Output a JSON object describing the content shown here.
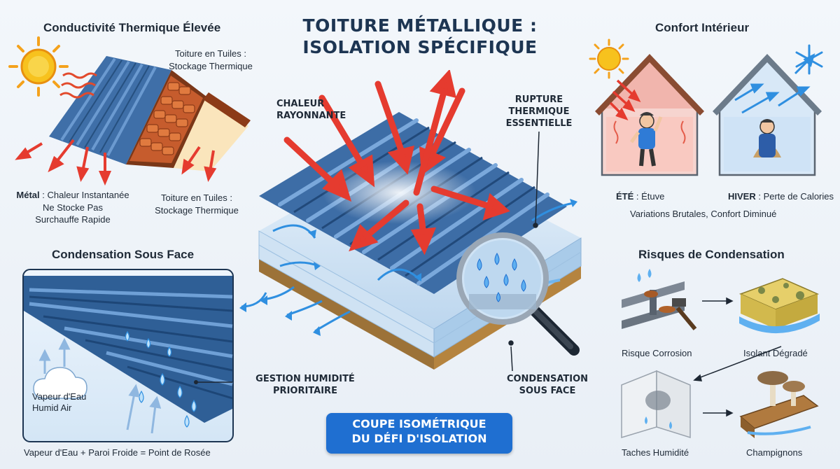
{
  "title": {
    "line1": "TOITURE MÉTALLIQUE :",
    "line2": "ISOLATION SPÉCIFIQUE"
  },
  "top_left": {
    "heading": "Conductivité Thermique Élevée",
    "tile_label_top": {
      "line1": "Toiture en Tuiles :",
      "line2": "Stockage Thermique"
    },
    "metal": {
      "bold": "Métal",
      "line1_rest": " : Chaleur Instantanée",
      "line2": "Ne Stocke Pas",
      "line3": "Surchauffe Rapide"
    },
    "tile_label_bottom": {
      "line1": "Toiture en Tuiles :",
      "line2": "Stockage Thermique"
    }
  },
  "bottom_left": {
    "heading": "Condensation Sous Face",
    "vapor": {
      "line1": "Vapeur d'Eau",
      "line2": "Humid Air"
    },
    "formula": "Vapeur d'Eau + Paroi Froide = Point de Rosée"
  },
  "center": {
    "radiant": {
      "line1": "CHALEUR",
      "line2": "RAYONNANTE"
    },
    "rupture": {
      "line1": "RUPTURE",
      "line2": "THERMIQUE",
      "line3": "ESSENTIELLE"
    },
    "humidity": {
      "line1": "GESTION HUMIDITÉ",
      "line2": "PRIORITAIRE"
    },
    "condensation": {
      "line1": "CONDENSATION",
      "line2": "SOUS FACE"
    },
    "badge": {
      "line1": "COUPE ISOMÉTRIQUE",
      "line2": "DU DÉFI D'ISOLATION"
    }
  },
  "top_right": {
    "heading": "Confort Intérieur",
    "summer": {
      "bold": "ÉTÉ",
      "rest": " : Étuve"
    },
    "winter": {
      "bold": "HIVER",
      "rest": " : Perte de Calories"
    },
    "variation": "Variations Brutales, Confort Diminué"
  },
  "bottom_right": {
    "heading": "Risques de Condensation",
    "items": [
      "Risque Corrosion",
      "Isolant Dégradé",
      "Taches Humidité",
      "Champignons"
    ]
  },
  "colors": {
    "heat": "#e53b2f",
    "cold": "#2f8fe0",
    "metal": "#3f6fa8",
    "accent": "#1f6fd1"
  }
}
